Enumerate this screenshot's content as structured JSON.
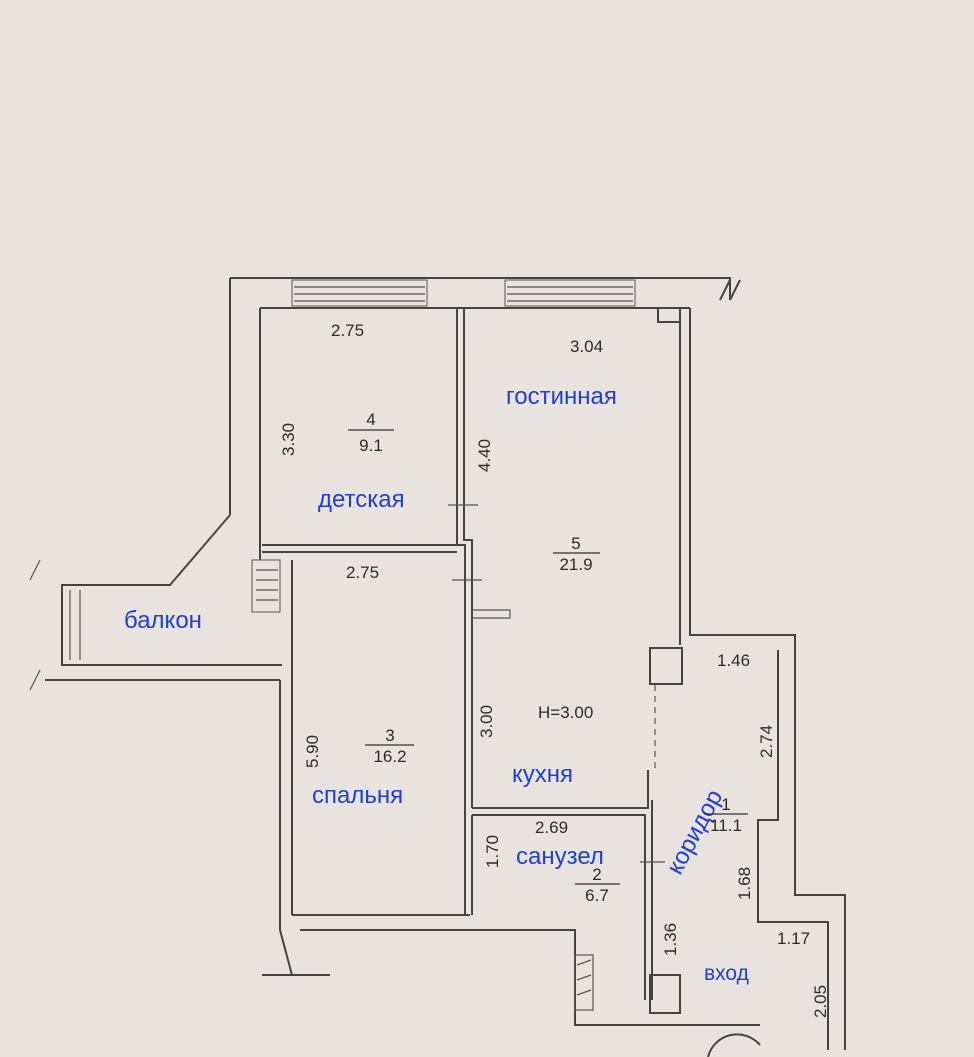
{
  "rooms": {
    "detskaya": {
      "label": "детская",
      "number": "4",
      "area": "9.1"
    },
    "gostinnaya": {
      "label": "гостинная",
      "number": "5",
      "area": "21.9"
    },
    "kukhnya": {
      "label": "кухня"
    },
    "balkon": {
      "label": "балкон"
    },
    "spalnya": {
      "label": "спальня",
      "number": "3",
      "area": "16.2"
    },
    "sanuzel": {
      "label": "санузел",
      "number": "2",
      "area": "6.7"
    },
    "koridor": {
      "label": "коридор",
      "number": "1",
      "area": "11.1"
    },
    "vkhod": {
      "label": "вход"
    }
  },
  "ceiling_height": "H=3.00",
  "dimensions": {
    "detskaya_width": "2.75",
    "detskaya_depth": "3.30",
    "gostinnaya_width": "3.04",
    "gostinnaya_depth": "4.40",
    "spalnya_width": "2.75",
    "spalnya_depth": "5.90",
    "kukhnya_depth": "3.00",
    "koridor_width": "1.46",
    "koridor_depth": "2.74",
    "sanuzel_width": "2.69",
    "sanuzel_depth": "1.70",
    "sanuzel_lower": "1.36",
    "koridor_lower": "1.68",
    "vkhod_width": "1.17",
    "vkhod_depth": "2.05"
  },
  "colors": {
    "paper": "#e9e3df",
    "room_label": "#1f3fd0",
    "line": "#444444"
  }
}
